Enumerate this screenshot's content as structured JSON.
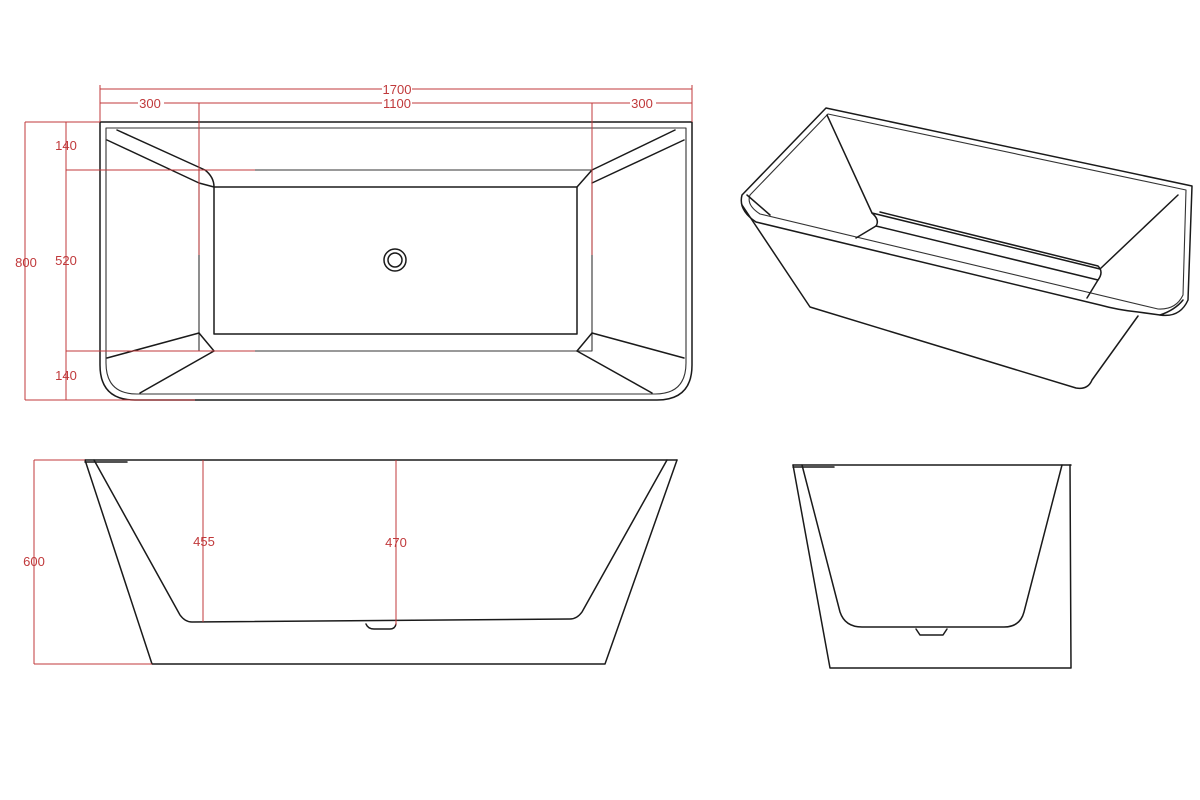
{
  "drawing": {
    "title": "Freestanding bathtub technical drawing",
    "units": "mm",
    "colors": {
      "outline": "#1a1a1a",
      "dimension": "#c0393b",
      "background": "#ffffff"
    }
  },
  "views": {
    "top": {
      "dimensions": {
        "overall_length": "1700",
        "left_end": "300",
        "inner_length": "1100",
        "right_end": "300",
        "overall_width": "800",
        "top_margin": "140",
        "inner_width": "520",
        "bottom_margin": "140"
      },
      "features": [
        "drain-icon"
      ]
    },
    "front": {
      "dimensions": {
        "overall_height": "600",
        "inner_depth_left": "455",
        "inner_depth_center": "470"
      }
    },
    "side": {},
    "isometric": {}
  }
}
